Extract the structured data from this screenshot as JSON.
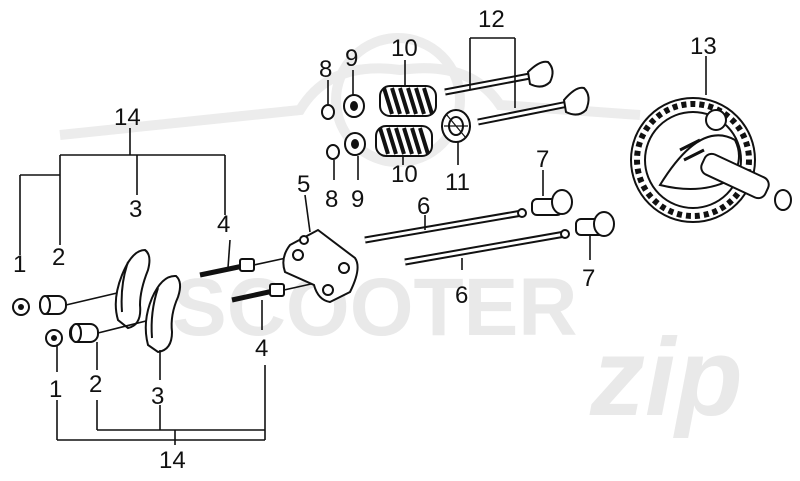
{
  "watermark": {
    "brand": "SCOOTER",
    "script": "zip"
  },
  "callouts": {
    "c1_top": "1",
    "c1_bot": "1",
    "c2_top": "2",
    "c2_bot": "2",
    "c3_top": "3",
    "c3_bot": "3",
    "c4_top": "4",
    "c4_bot": "4",
    "c5": "5",
    "c6_top": "6",
    "c6_bot": "6",
    "c7_top": "7",
    "c7_bot": "7",
    "c8_top": "8",
    "c8_bot": "8",
    "c9_top": "9",
    "c9_bot": "9",
    "c10_top": "10",
    "c10_bot": "10",
    "c11": "11",
    "c12": "12",
    "c13": "13",
    "c14_top": "14",
    "c14_bot": "14"
  }
}
